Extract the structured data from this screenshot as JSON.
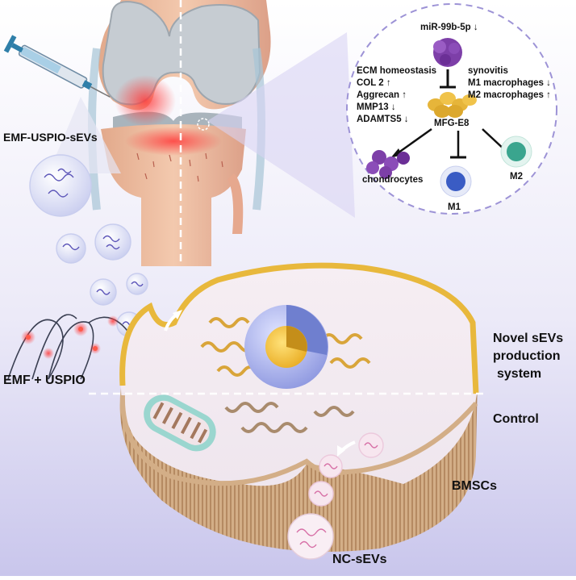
{
  "labels": {
    "mirna": "miR-99b-5p ↓",
    "ecm": "ECM homeostasis",
    "col2": "COL 2 ↑",
    "aggrecan": "Aggrecan ↑",
    "mmp13": "MMP13 ↓",
    "adamts5": "ADAMTS5 ↓",
    "synovitis": "synovitis",
    "m1_macro": "M1 macrophages ↓",
    "m2_macro": "M2 macrophages ↑",
    "mfge8": "MFG-E8",
    "chondrocytes": "chondrocytes",
    "m1": "M1",
    "m2": "M2",
    "emf_uspio_sevs": "EMF-USPIO-sEVs",
    "emf_uspio": "EMF + USPIO",
    "novel_1": "Novel sEVs",
    "novel_2": "production",
    "novel_3": "system",
    "control": "Control",
    "bmscs": "BMSCs",
    "nc_sevs": "NC-sEVs"
  },
  "colors": {
    "background_top": "#ffffff",
    "background_bottom": "#c9c6ec",
    "dashed_circle": "#9d93d6",
    "vesicle": "#dfe3f7",
    "mirna_purple": "#7d3fa8",
    "mfge8_gold": "#e6b53a",
    "m1_blue": "#3a5cc4",
    "m2_teal": "#3aa58e",
    "membrane_gold": "#e8b83c",
    "cell_tan": "#caa27a",
    "nucleus_blue": "#9fa9e8",
    "nucleus_core": "#f2c12e",
    "mito_teal": "#9ad6cf",
    "inflammation_red": "#e84c4c"
  },
  "icons": [
    "syringe-icon",
    "knee-joint-icon",
    "magnet-coil-icon",
    "cell-icon",
    "nucleus-icon",
    "mitochondrion-icon"
  ]
}
